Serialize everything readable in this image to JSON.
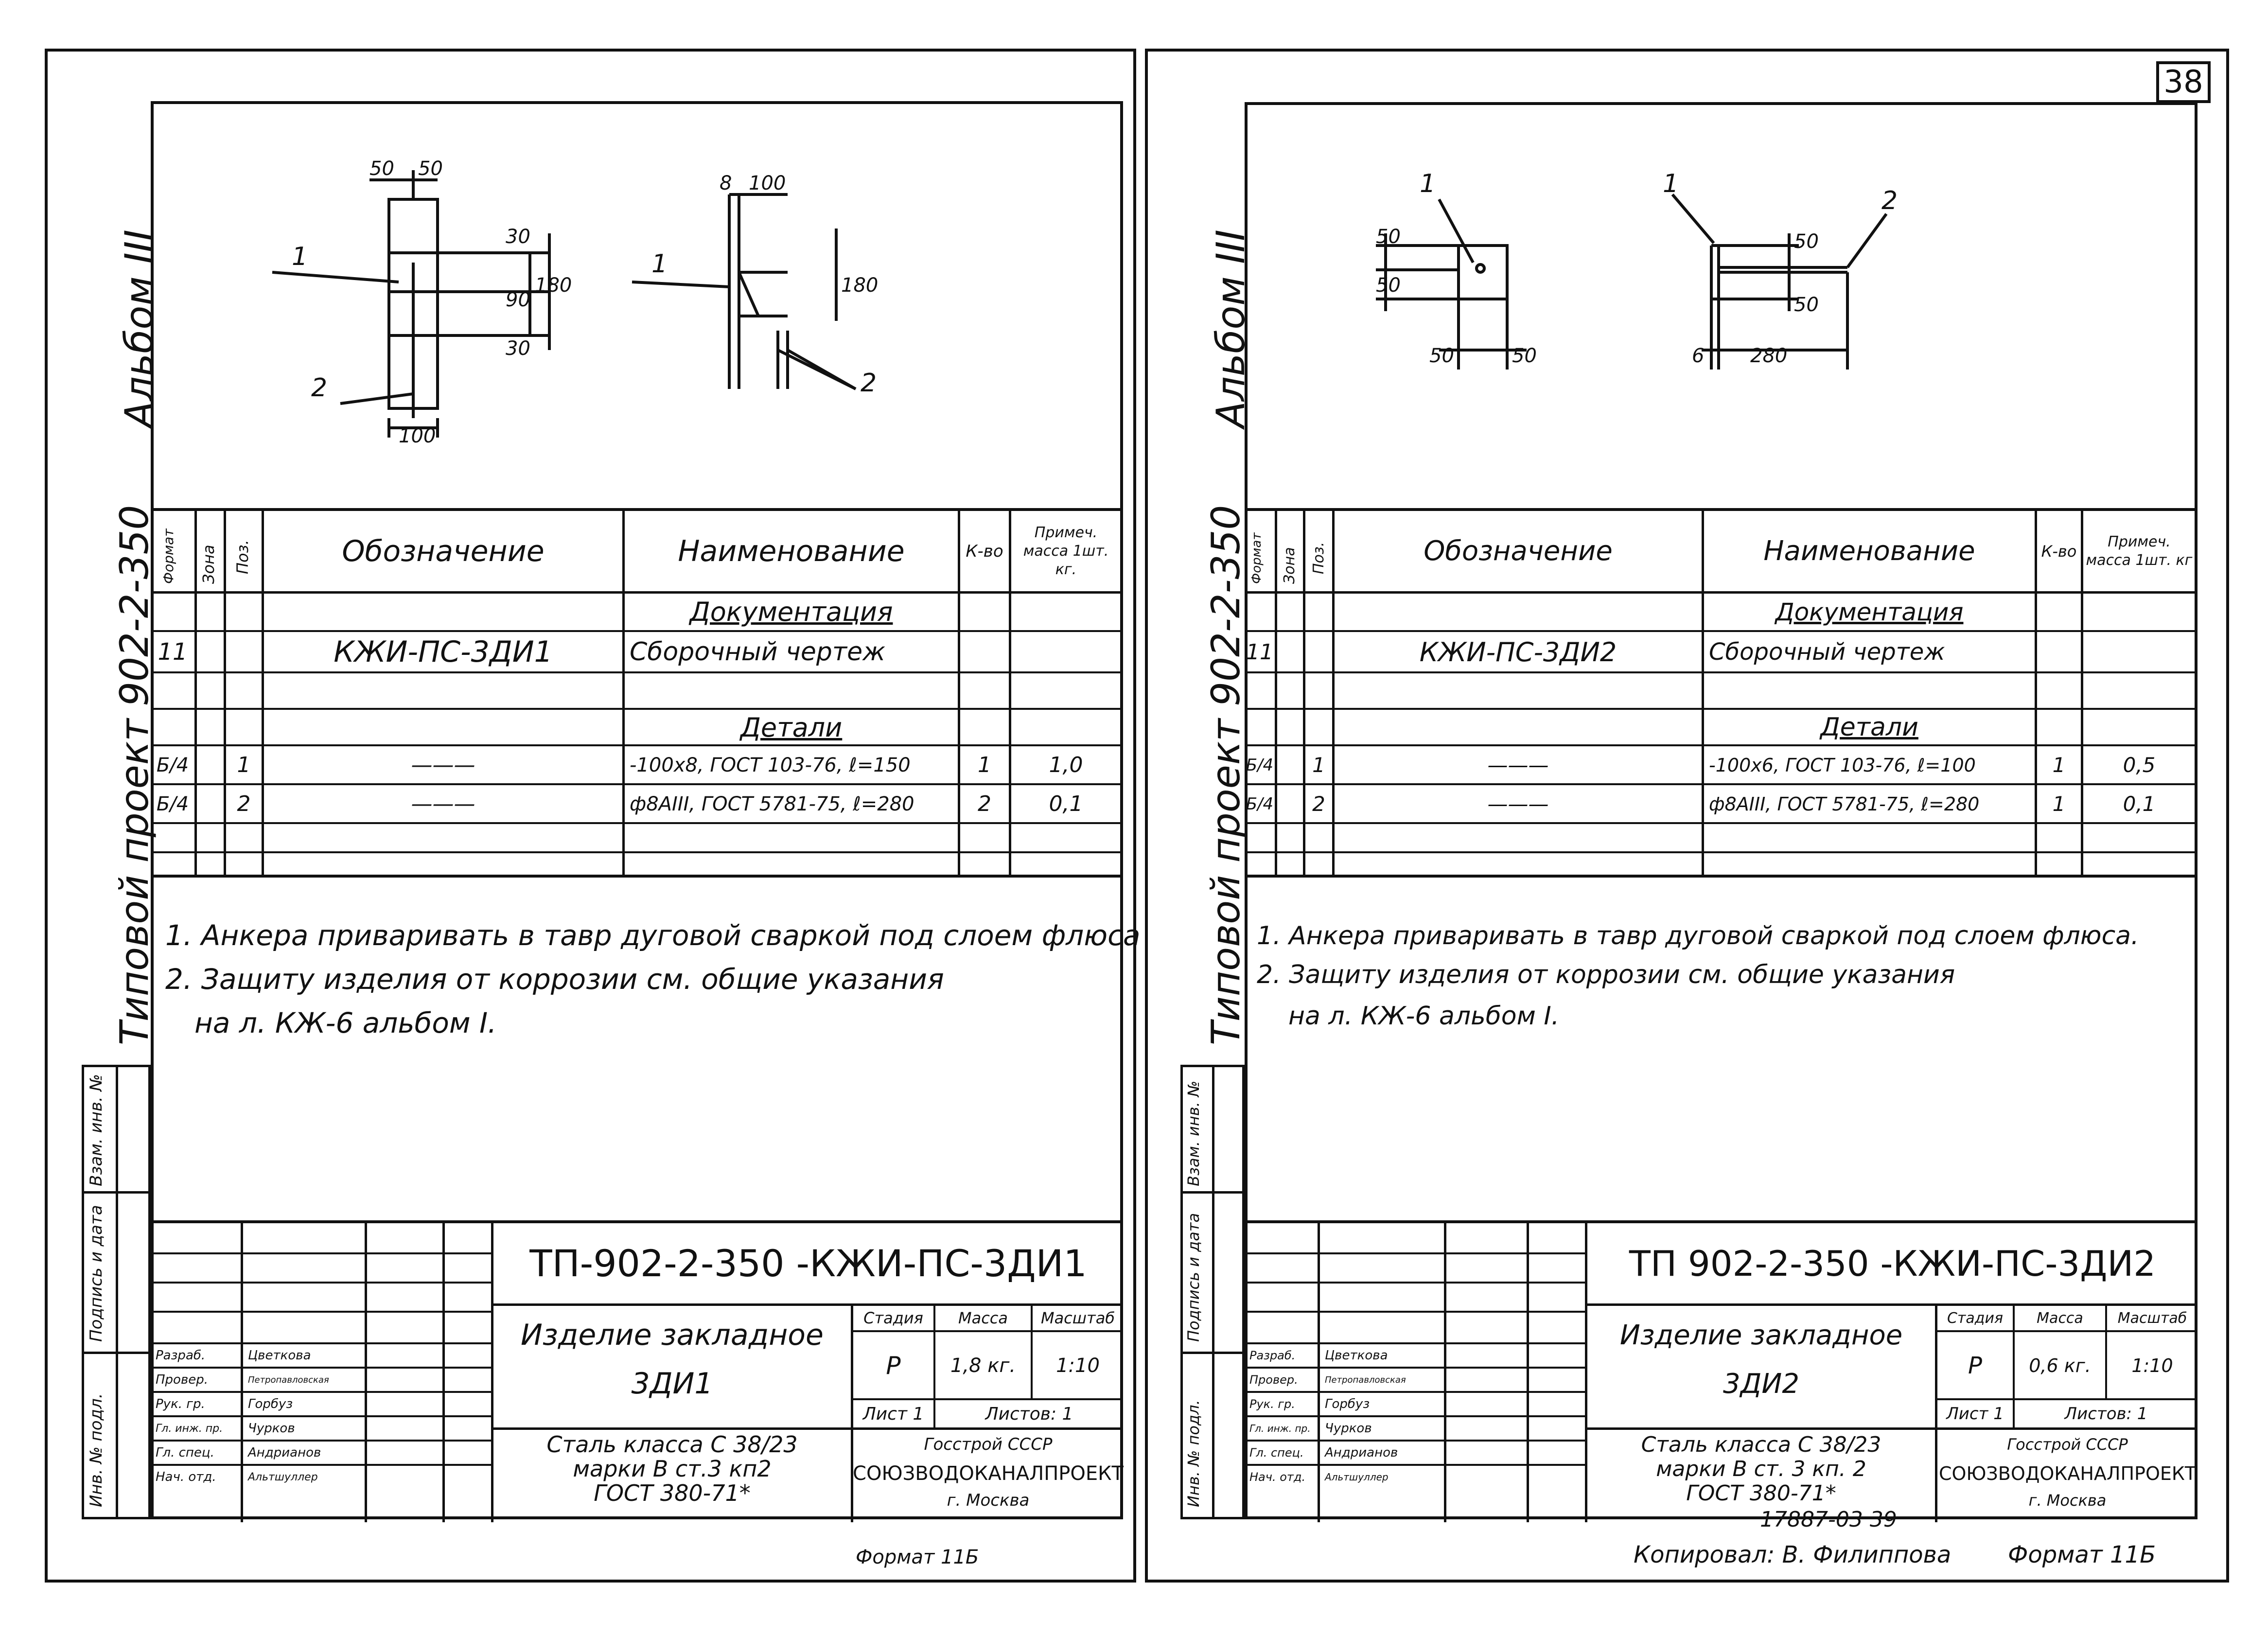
{
  "page_number": "38",
  "sheets": [
    {
      "album": "Альбом III",
      "project": "Типовой проект 902-2-350",
      "headers": {
        "format": "Формат",
        "zone": "Зона",
        "pos": "Поз.",
        "designation": "Обозначение",
        "name": "Наименование",
        "qty": "К-во",
        "note": "Примеч. масса 1шт. кг."
      },
      "section_docs": "Документация",
      "doc_format": "11",
      "doc_code": "КЖИ-ПС-3ДИ1",
      "doc_name": "Сборочный чертеж",
      "section_details": "Детали",
      "rows": [
        {
          "format": "Б/4",
          "pos": "1",
          "designation": "———",
          "name": "-100х8, ГОСТ 103-76, ℓ=150",
          "qty": "1",
          "mass": "1,0"
        },
        {
          "format": "Б/4",
          "pos": "2",
          "designation": "———",
          "name": "ф8АIII, ГОСТ 5781-75, ℓ=280",
          "qty": "2",
          "mass": "0,1"
        }
      ],
      "notes": [
        "1. Анкера приваривать в тавр дуговой сваркой под слоем флюса",
        "2. Защиту изделия от коррозии см. общие указания",
        "на л. КЖ-6 альбом I."
      ],
      "stamp": {
        "code": "ТП-902-2-350 -КЖИ-ПС-3ДИ1",
        "title": "Изделие закладное",
        "subtitle": "3ДИ1",
        "stage_label": "Стадия",
        "mass_label": "Масса",
        "scale_label": "Масштаб",
        "stage": "Р",
        "mass": "1,8 кг.",
        "scale": "1:10",
        "sheet_label": "Лист 1",
        "sheets_label": "Листов: 1",
        "material": [
          "Сталь класса С 38/23",
          "марки В ст.3 кп2",
          "ГОСТ 380-71*"
        ],
        "org": [
          "Госстрой СССР",
          "СОЮЗВОДОКАНАЛПРОЕКТ",
          "г. Москва"
        ],
        "people": [
          {
            "role": "Разраб.",
            "name": "Цветкова"
          },
          {
            "role": "Провер.",
            "name": "Петропавловская"
          },
          {
            "role": "Рук. гр.",
            "name": "Горбуз"
          },
          {
            "role": "Гл. инж. пр.",
            "name": "Чурков"
          },
          {
            "role": "Гл. спец.",
            "name": "Андрианов"
          },
          {
            "role": "Нач. отд.",
            "name": "Альтшуллер"
          }
        ]
      },
      "side_stamp": [
        "Инв. № подл.",
        "Подпись и дата",
        "Взам. инв. №"
      ],
      "drawing_labels": [
        "50",
        "50",
        "30",
        "90",
        "30",
        "180",
        "100",
        "1",
        "2",
        "8",
        "100",
        "180",
        "1",
        "2"
      ],
      "format_note": "Формат 11Б",
      "extra": ""
    },
    {
      "album": "Альбом III",
      "project": "Типовой проект 902-2-350",
      "headers": {
        "format": "Формат",
        "zone": "Зона",
        "pos": "Поз.",
        "designation": "Обозначение",
        "name": "Наименование",
        "qty": "К-во",
        "note": "Примеч. масса 1шт. кг"
      },
      "section_docs": "Документация",
      "doc_format": "11",
      "doc_code": "КЖИ-ПС-3ДИ2",
      "doc_name": "Сборочный чертеж",
      "section_details": "Детали",
      "rows": [
        {
          "format": "Б/4",
          "pos": "1",
          "designation": "———",
          "name": "-100х6, ГОСТ 103-76, ℓ=100",
          "qty": "1",
          "mass": "0,5"
        },
        {
          "format": "Б/4",
          "pos": "2",
          "designation": "———",
          "name": "ф8АIII, ГОСТ 5781-75, ℓ=280",
          "qty": "1",
          "mass": "0,1"
        }
      ],
      "notes": [
        "1. Анкера приваривать в тавр дуговой сваркой под слоем флюса.",
        "2. Защиту изделия от коррозии см. общие указания",
        "на л. КЖ-6 альбом I."
      ],
      "stamp": {
        "code": "ТП 902-2-350 -КЖИ-ПС-3ДИ2",
        "title": "Изделие закладное",
        "subtitle": "3ДИ2",
        "stage_label": "Стадия",
        "mass_label": "Масса",
        "scale_label": "Масштаб",
        "stage": "Р",
        "mass": "0,6 кг.",
        "scale": "1:10",
        "sheet_label": "Лист 1",
        "sheets_label": "Листов: 1",
        "material": [
          "Сталь класса С 38/23",
          "марки В ст. 3 кп. 2",
          "ГОСТ 380-71*"
        ],
        "org": [
          "Госстрой СССР",
          "СОЮЗВОДОКАНАЛПРОЕКТ",
          "г. Москва"
        ],
        "people": [
          {
            "role": "Разраб.",
            "name": "Цветкова"
          },
          {
            "role": "Провер.",
            "name": "Петропавловская"
          },
          {
            "role": "Рук. гр.",
            "name": "Горбуз"
          },
          {
            "role": "Гл. инж. пр.",
            "name": "Чурков"
          },
          {
            "role": "Гл. спец.",
            "name": "Андрианов"
          },
          {
            "role": "Нач. отд.",
            "name": "Альтшуллер"
          }
        ]
      },
      "side_stamp": [
        "Инв. № подл.",
        "Подпись и дата",
        "Взам. инв. №"
      ],
      "drawing_labels": [
        "1",
        "50",
        "50",
        "50",
        "50",
        "1",
        "2",
        "50",
        "50",
        "6",
        "280"
      ],
      "format_note": "Формат 11Б",
      "extra": "17887-03 39"
    }
  ],
  "copied": "Копировал: В. Филиппова"
}
